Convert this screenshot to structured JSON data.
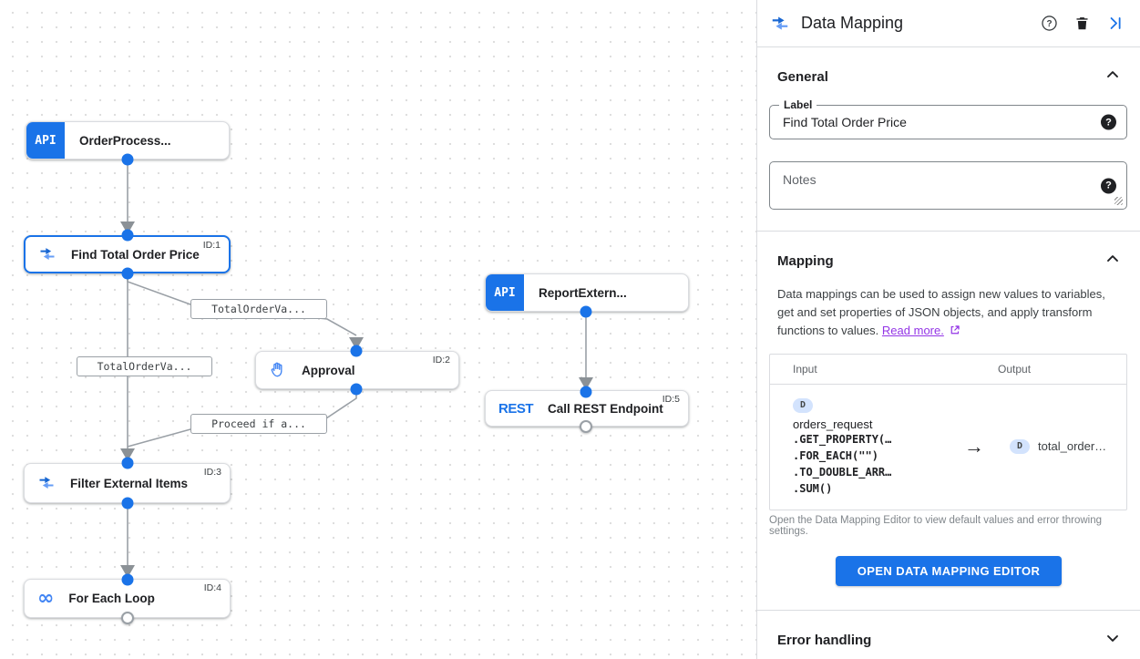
{
  "canvas": {
    "nodes": [
      {
        "id_label": "",
        "title": "OrderProcess...",
        "icon": "API"
      },
      {
        "id_label": "ID:1",
        "title": "Find Total Order Price"
      },
      {
        "id_label": "ID:2",
        "title": "Approval"
      },
      {
        "id_label": "",
        "title": "ReportExtern...",
        "icon": "API"
      },
      {
        "id_label": "ID:5",
        "title": "Call REST Endpoint",
        "icon": "REST"
      },
      {
        "id_label": "ID:3",
        "title": "Filter External Items"
      },
      {
        "id_label": "ID:4",
        "title": "For Each Loop",
        "icon": "∞"
      }
    ],
    "edge_labels": [
      "TotalOrderVa...",
      "TotalOrderVa...",
      "Proceed if a..."
    ]
  },
  "panel": {
    "title": "Data Mapping",
    "general": {
      "heading": "General",
      "label_field": {
        "label": "Label",
        "value": "Find Total Order Price"
      },
      "notes_field": {
        "placeholder": "Notes"
      }
    },
    "mapping": {
      "heading": "Mapping",
      "description": "Data mappings can be used to assign new values to variables, get and set properties of JSON objects, and apply transform functions to values.",
      "read_more": "Read more.",
      "table": {
        "input_header": "Input",
        "output_header": "Output",
        "input_chip": "D",
        "input_var": "orders_request",
        "input_lines": [
          ".GET_PROPERTY(…",
          ".FOR_EACH(\"\")",
          ".TO_DOUBLE_ARR…",
          ".SUM()"
        ],
        "arrow_glyph": "→",
        "output_chip": "D",
        "output_var": "total_order…"
      },
      "footnote": "Open the Data Mapping Editor to view default values and error throwing settings.",
      "button": "OPEN DATA MAPPING EDITOR"
    },
    "error_handling": {
      "heading": "Error handling"
    }
  },
  "colors": {
    "accent": "#1a73e8",
    "chip_bg": "#d3e3fd",
    "link": "#9334e6",
    "edge": "#9aa0a6"
  }
}
